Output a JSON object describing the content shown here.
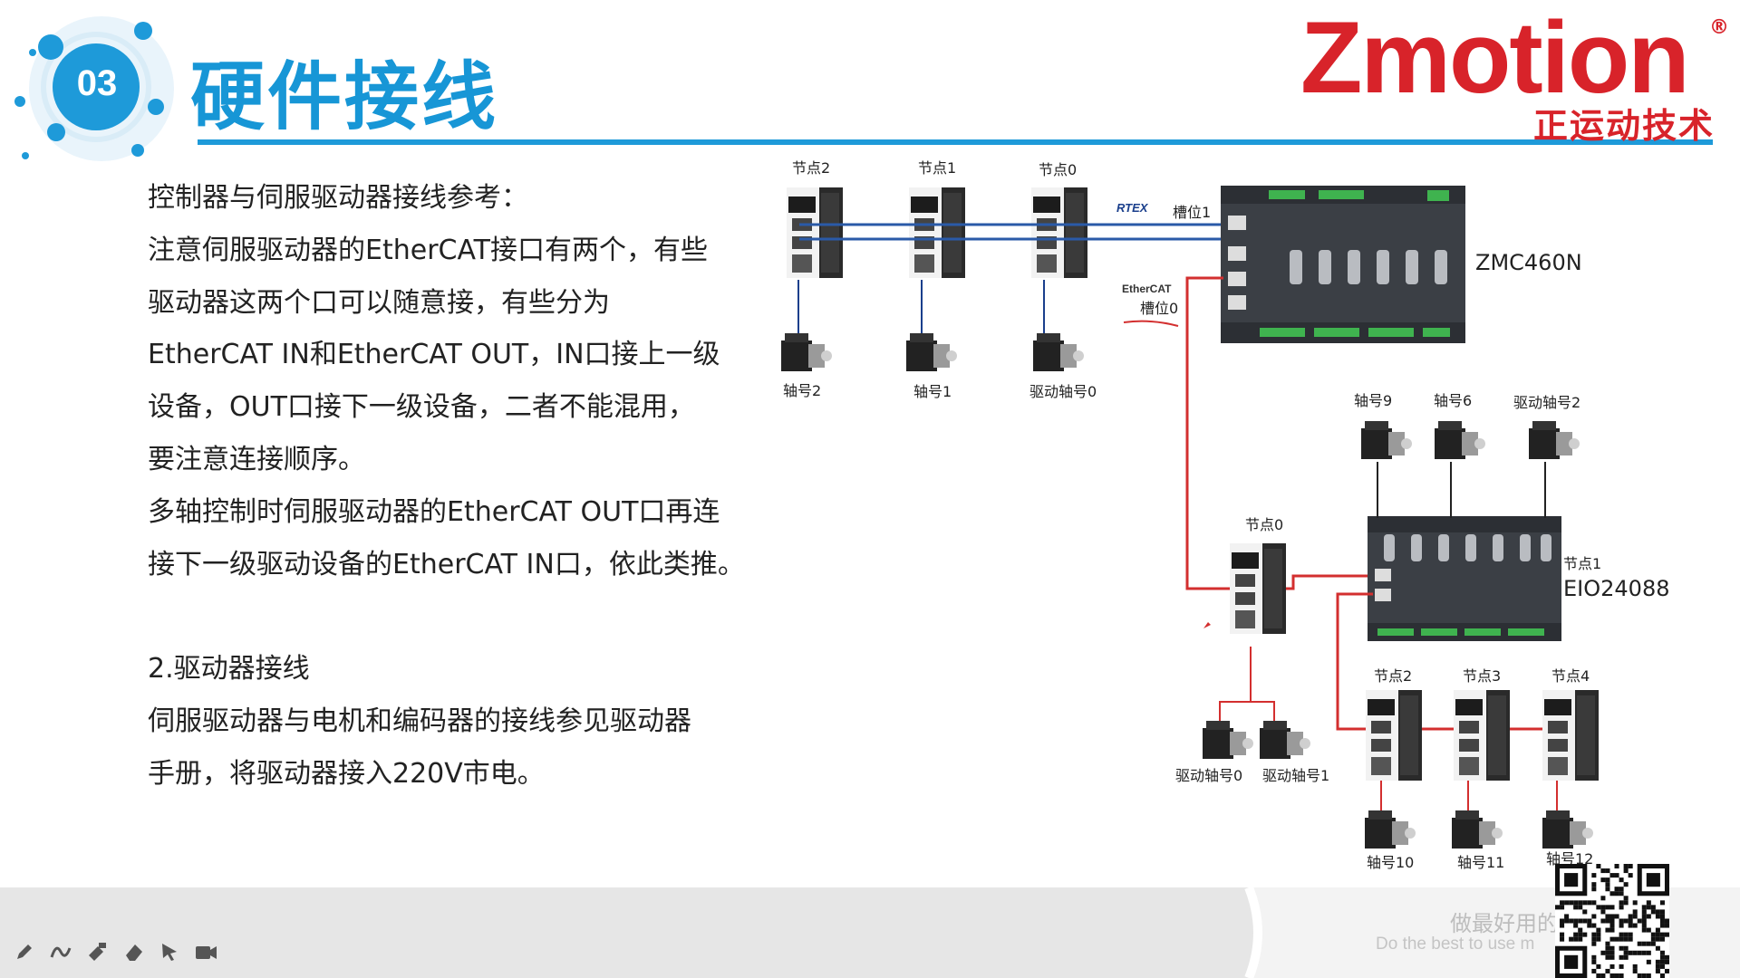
{
  "header": {
    "section_number": "03",
    "title": "硬件接线",
    "logo_text": "Zmotion",
    "logo_registered": "®",
    "logo_subtitle": "正运动技术"
  },
  "body": {
    "lines": [
      "控制器与伺服驱动器接线参考：",
      "注意伺服驱动器的EtherCAT接口有两个，有些",
      "驱动器这两个口可以随意接，有些分为",
      "EtherCAT IN和EtherCAT OUT，IN口接上一级",
      "设备，OUT口接下一级设备，二者不能混用，",
      "要注意连接顺序。",
      "多轴控制时伺服驱动器的EtherCAT OUT口再连",
      "接下一级驱动设备的EtherCAT IN口，依此类推。",
      "",
      "2.驱动器接线",
      "伺服驱动器与电机和编码器的接线参见驱动器",
      "手册，将驱动器接入220V市电。"
    ]
  },
  "diagram": {
    "controller": "ZMC460N",
    "rtex_logo": "RTEX",
    "ethercat_logo": "EtherCAT",
    "slot1": "槽位1",
    "slot0": "槽位0",
    "top_nodes": [
      "节点2",
      "节点1",
      "节点0"
    ],
    "top_axes": [
      "轴号2",
      "轴号1",
      "驱动轴号0"
    ],
    "mid_node": "节点0",
    "mid_axes": [
      "驱动轴号0",
      "驱动轴号1"
    ],
    "eio_module": "EIO24088",
    "eio_node": "节点1",
    "eio_axes": [
      "轴号9",
      "轴号6",
      "驱动轴号2"
    ],
    "bottom_nodes": [
      "节点2",
      "节点3",
      "节点4"
    ],
    "bottom_axes": [
      "轴号10",
      "轴号11",
      "轴号12"
    ],
    "colors": {
      "rtex_line": "#2a5aa8",
      "ethercat_line": "#d32f2f"
    }
  },
  "footer": {
    "slogan_cn": "做最好用的",
    "slogan_en": "Do the best to use m",
    "tools": [
      "pen-icon",
      "curve-icon",
      "highlighter-icon",
      "eraser-icon",
      "pointer-icon",
      "camera-icon"
    ]
  }
}
